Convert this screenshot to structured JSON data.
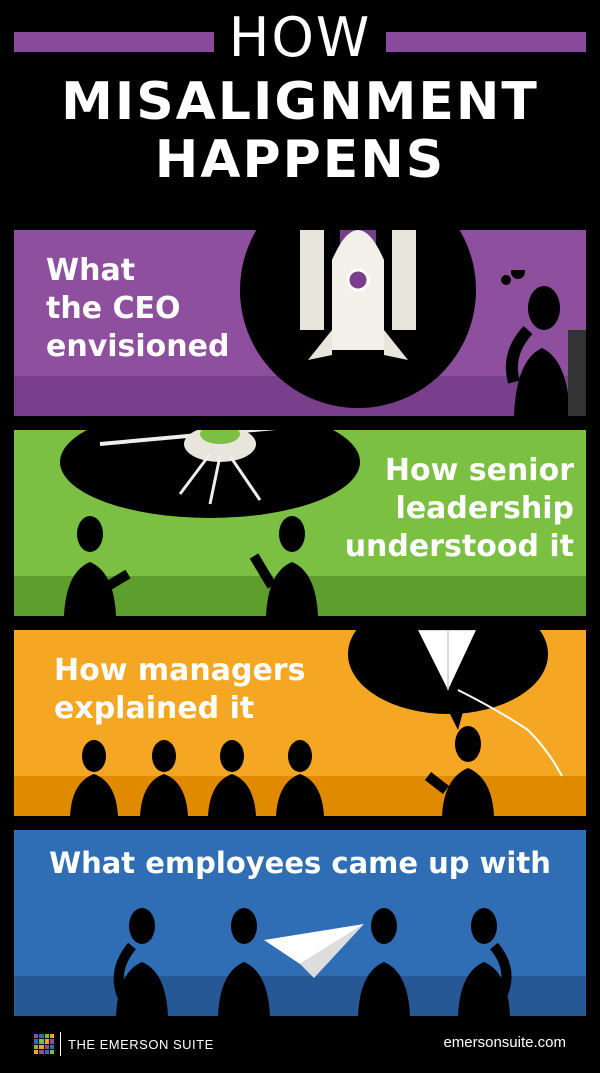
{
  "header": {
    "title_line1": "HOW",
    "title_line2": "MISALIGNMENT",
    "title_line3": "HAPPENS",
    "accent_color": "#8a4a9c"
  },
  "panels": [
    {
      "label_lines": [
        "What",
        "the CEO",
        "envisioned"
      ],
      "color": "#8e4f9f",
      "object": "rocket-icon"
    },
    {
      "label_lines": [
        "How senior",
        "leadership",
        "understood it"
      ],
      "color": "#7bc043",
      "object": "drone-icon"
    },
    {
      "label_lines": [
        "How managers",
        "explained it"
      ],
      "color": "#f5a623",
      "object": "kite-icon"
    },
    {
      "label_lines": [
        "What employees came up with"
      ],
      "color": "#2f6db5",
      "object": "paper-plane-icon"
    }
  ],
  "footer": {
    "brand": "THE EMERSON SUITE",
    "url": "emersonsuite.com"
  }
}
